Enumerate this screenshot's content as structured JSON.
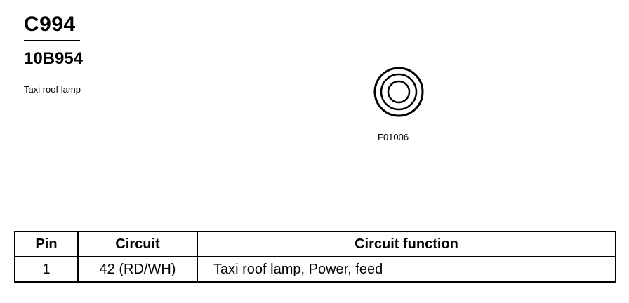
{
  "header": {
    "connector_id": "C994",
    "part_number": "10B954",
    "description": "Taxi roof lamp"
  },
  "figure": {
    "code": "F01006",
    "icon": "round-connector-icon"
  },
  "pin_table": {
    "columns": [
      "Pin",
      "Circuit",
      "Circuit function"
    ],
    "rows": [
      {
        "pin": "1",
        "circuit": "42 (RD/WH)",
        "function": "Taxi roof lamp, Power, feed"
      }
    ]
  }
}
